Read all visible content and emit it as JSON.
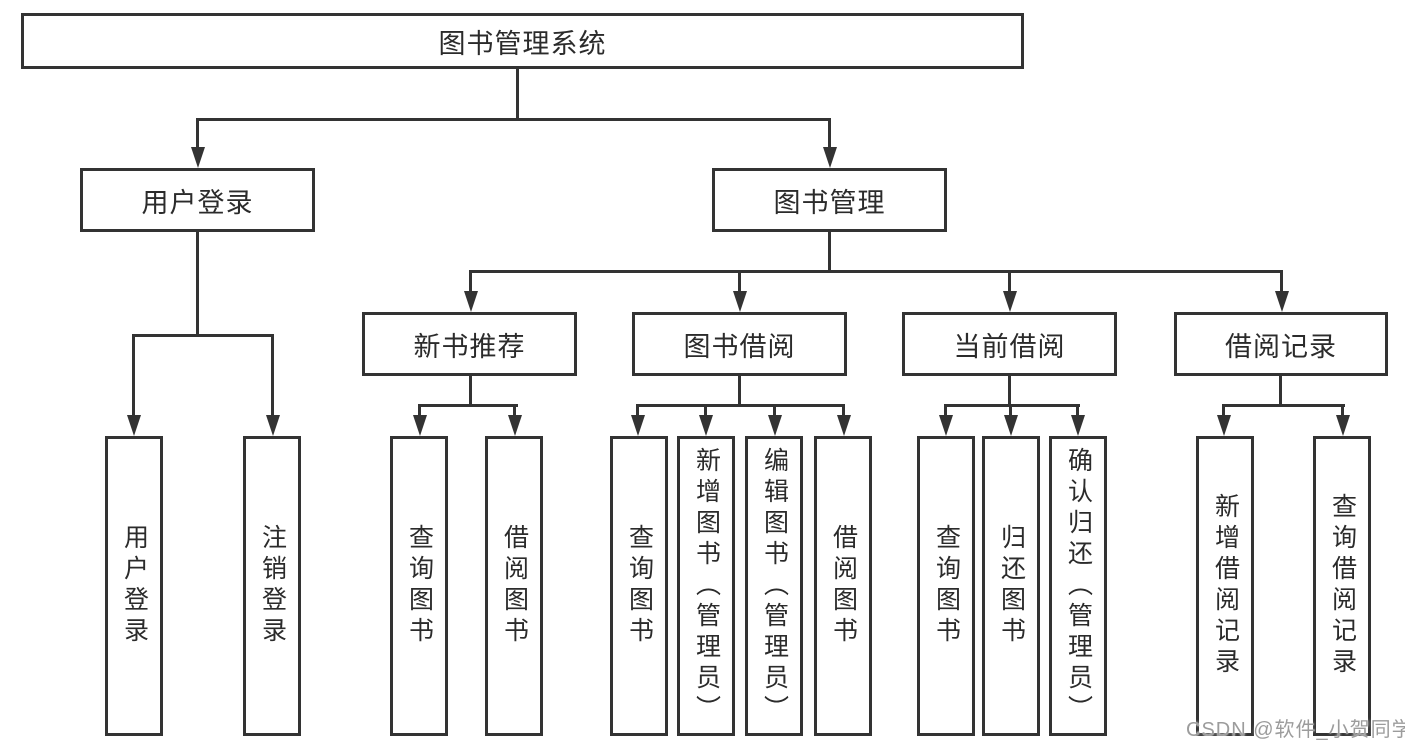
{
  "diagram": {
    "root": {
      "label": "图书管理系统"
    },
    "level2": {
      "user_login": {
        "label": "用户登录"
      },
      "book_mgmt": {
        "label": "图书管理"
      }
    },
    "level3": {
      "new_book": {
        "label": "新书推荐"
      },
      "book_borrow": {
        "label": "图书借阅"
      },
      "current_borrow": {
        "label": "当前借阅"
      },
      "borrow_record": {
        "label": "借阅记录"
      }
    },
    "leaves": {
      "user_login": [
        "用户登录",
        "注销登录"
      ],
      "new_book": [
        "查询图书",
        "借阅图书"
      ],
      "book_borrow": [
        "查询图书",
        "新增图书（管理员）",
        "编辑图书（管理员）",
        "借阅图书"
      ],
      "current_borrow": [
        "查询图书",
        "归还图书",
        "确认归还（管理员）"
      ],
      "borrow_record": [
        "新增借阅记录",
        "查询借阅记录"
      ]
    }
  },
  "watermark": {
    "text": "CSDN @软件_小贺同学"
  },
  "colors": {
    "line": "#333333",
    "text": "#2b2b2b",
    "background": "#ffffff",
    "watermark": "#9c9c9c"
  }
}
